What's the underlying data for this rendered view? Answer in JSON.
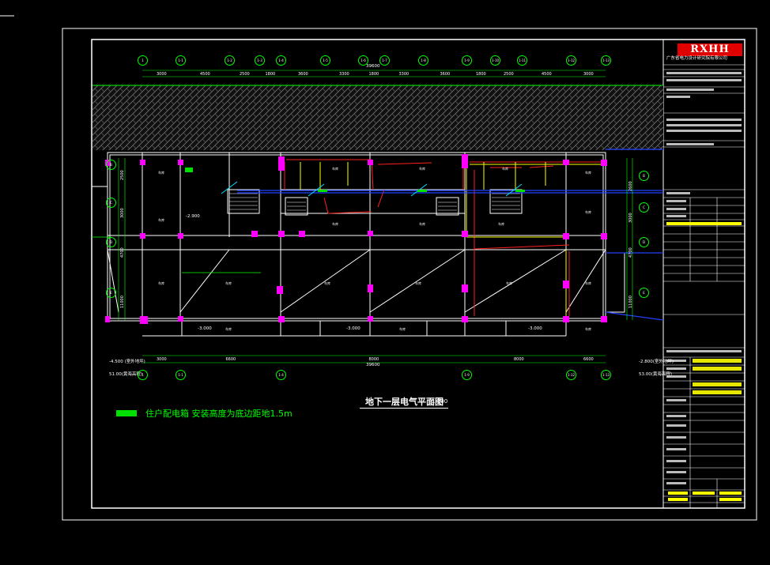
{
  "title_block": {
    "logo": "RXHH",
    "company": "广东省电力设计研究院有限公司"
  },
  "drawing": {
    "title": "地下一层电气平面图",
    "scale": "1:100",
    "total_dim_top": "39600",
    "total_dim_bottom": "39600"
  },
  "legend": {
    "text": "住户配电箱  安装高度为底边距地1.5m",
    "color": "#00e000"
  },
  "grid_top": [
    "1",
    "1-1",
    "1-2",
    "1-3",
    "1-4",
    "1-5",
    "1-6",
    "1-7",
    "1-8",
    "1-9",
    "1-10",
    "1-11",
    "1-12",
    "1-13"
  ],
  "dims_top": [
    "3000",
    "4500",
    "2500",
    "1800",
    "3600",
    "3300",
    "1800",
    "3300",
    "3600",
    "1800",
    "2500",
    "4500",
    "3000"
  ],
  "grid_bottom": [
    "1",
    "1-1",
    "1-4",
    "1-9",
    "1-12",
    "1-13"
  ],
  "dims_bottom": [
    "3000",
    "6600",
    "8000",
    "8000",
    "6600",
    "3000"
  ],
  "grid_left": [
    "B",
    "C",
    "D",
    "E"
  ],
  "dims_left": [
    "2500",
    "3000",
    "4700",
    "11000"
  ],
  "grid_right": [
    "B",
    "C",
    "D",
    "E"
  ],
  "dims_right": [
    "2600",
    "3000",
    "4700",
    "11000"
  ],
  "level_labels": {
    "left_bottom_1": "-4.500 (室外地坪)",
    "left_bottom_2": "51.00(黄海高程)",
    "right_bottom_1": "-2.800(室外地坪)",
    "right_bottom_2": "53.00(黄海高程)",
    "floor_a": "-2.900",
    "floor_b": "-3.000",
    "floor_c": "-3.000",
    "floor_d": "-3.000"
  },
  "colors": {
    "wall": "#ffffff",
    "red_wire": "#ff2020",
    "yellow_wire": "#ffff00",
    "blue_line": "#2040ff",
    "green": "#00ff00",
    "cyan": "#00e0ff",
    "column": "#ff00ff"
  }
}
